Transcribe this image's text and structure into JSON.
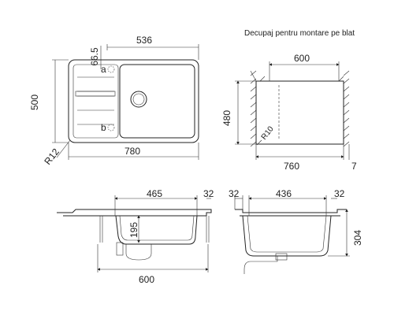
{
  "title": "Decupaj pentru montare pe blat",
  "top_view": {
    "width": "780",
    "depth": "500",
    "bowl_width": "536",
    "offset": "66.5",
    "radius": "R12",
    "label_a": "a",
    "label_b": "b"
  },
  "cutout_view": {
    "width_inner": "600",
    "width_outer": "760",
    "depth": "480",
    "radius": "R10",
    "edge": "7"
  },
  "side_view_left": {
    "width_top": "465",
    "rim": "32",
    "drop": "195",
    "width_bottom": "600"
  },
  "side_view_right": {
    "rim_left": "32",
    "inner": "436",
    "rim_right": "32",
    "height": "304"
  }
}
